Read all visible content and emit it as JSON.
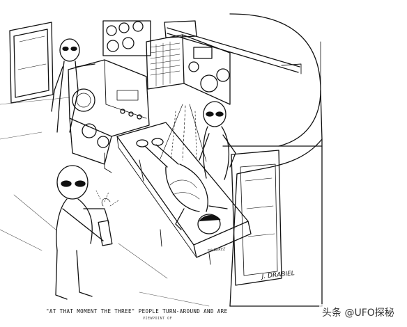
{
  "illustration": {
    "caption": "\"AT THAT MOMENT THE THREE\" PEOPLE TURN-AROUND AND ARE",
    "caption_sub": "VIEWPOINT OF",
    "artist_signature": "J. DRABIEL",
    "artist_signature_small": "P.R.BEREZ",
    "watermark_text": "头条 @UFO探秘",
    "style": "black ink line drawing on white"
  }
}
